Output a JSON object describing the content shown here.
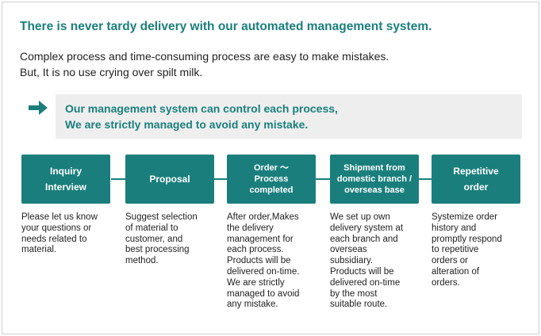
{
  "heading": "There is never tardy delivery with our automated management system.",
  "intro": [
    "Complex process and time-consuming process are easy to make mistakes.",
    "But, It is no use crying over spilt milk."
  ],
  "callout": [
    "Our management system can control each process,",
    "We are strictly managed to avoid any mistake."
  ],
  "colors": {
    "accent": "#1a7f7c",
    "callout_bg": "#eeeeee"
  },
  "steps": [
    {
      "title": "Inquiry\nInterview",
      "desc": "Please let us know\nyour questions or\nneeds related to\nmaterial."
    },
    {
      "title": "Proposal",
      "desc": "Suggest selection\nof material to\ncustomer, and\nbest processing\nmethod."
    },
    {
      "title": "Order 〜\nProcess\ncompleted",
      "desc": "After order,Makes\nthe delivery\nmanagement for\neach process.\nProducts will be\ndelivered on-time.\nWe are strictly\nmanaged to avoid\nany mistake."
    },
    {
      "title": "Shipment from\ndomestic branch /\noverseas base",
      "desc": "We set up own\ndelivery system at\neach branch and\noverseas\nsubsidiary.\nProducts will be\ndelivered on-time\nby the most\nsuitable route."
    },
    {
      "title": "Repetitive\norder",
      "desc": "Systemize order\nhistory and\npromptly respond\nto repetitive\norders or\nalteration of\norders."
    }
  ]
}
